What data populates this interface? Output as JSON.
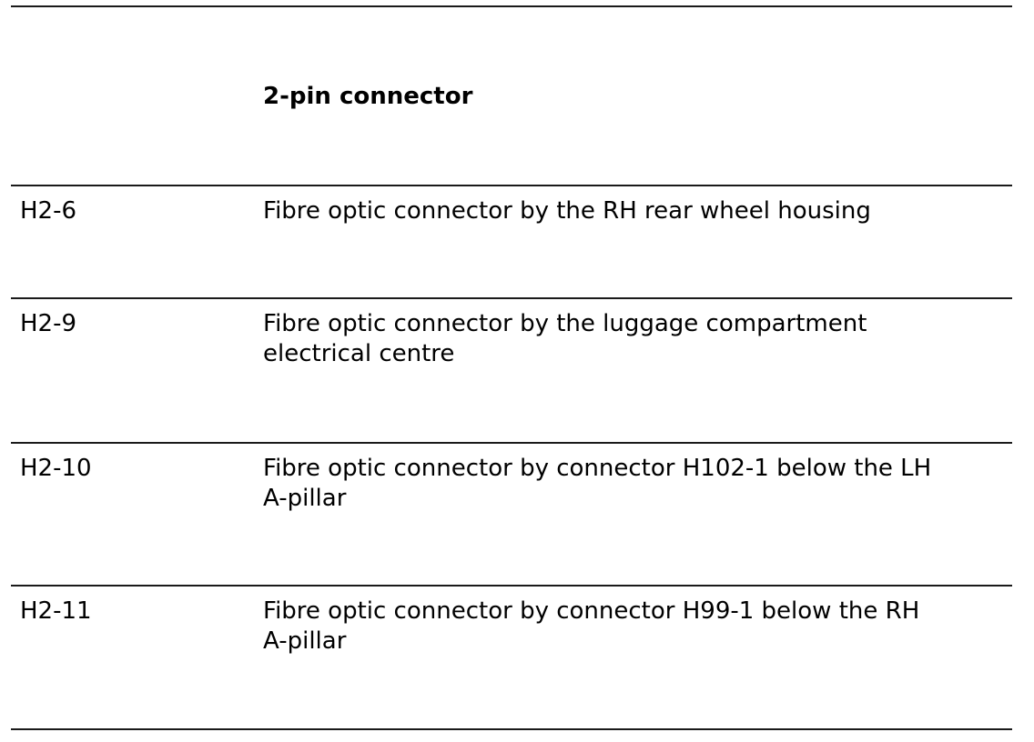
{
  "table": {
    "header": "2-pin connector",
    "rows": [
      {
        "code": "H2-6",
        "lines": [
          "Fibre optic connector by the RH rear wheel housing"
        ]
      },
      {
        "code": "H2-9",
        "lines": [
          "Fibre optic connector by the luggage compartment",
          "electrical centre"
        ]
      },
      {
        "code": "H2-10",
        "lines": [
          "Fibre optic connector by connector H102-1 below the LH",
          "A-pillar"
        ]
      },
      {
        "code": "H2-11",
        "lines": [
          "Fibre optic connector by connector H99-1 below the RH",
          "A-pillar"
        ]
      }
    ]
  }
}
